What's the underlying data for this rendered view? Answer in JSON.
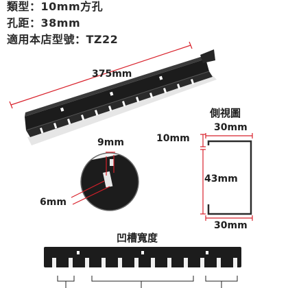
{
  "specs": {
    "type_label": "類型：10mm方孔",
    "pitch_label": "孔距：38mm",
    "model_label": "適用本店型號：TZ22"
  },
  "product_view": {
    "length_label": "375mm"
  },
  "zoom_view": {
    "slot_width_label": "9mm",
    "slot_depth_label": "6mm"
  },
  "side_view": {
    "title": "側視圖",
    "top_width_label": "30mm",
    "lip_label": "10mm",
    "height_label": "43mm",
    "bottom_width_label": "30mm"
  },
  "front_view": {
    "title": "凹槽寬度"
  },
  "colors": {
    "metal": "#202020",
    "dimension_line": "#d8202a",
    "text": "#2a2a2a",
    "background": "#ffffff"
  }
}
